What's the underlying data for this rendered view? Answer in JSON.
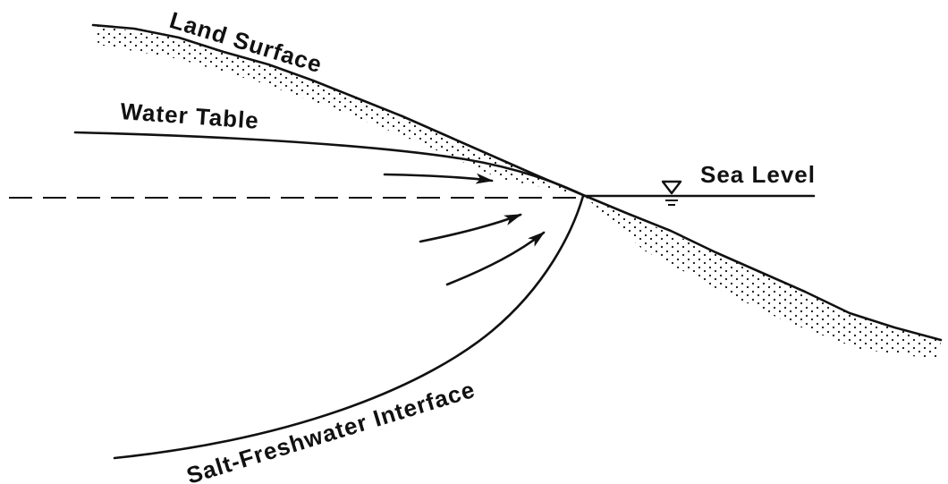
{
  "labels": {
    "land_surface": "Land Surface",
    "water_table": "Water Table",
    "sea_level": "Sea Level",
    "interface": "Salt-Freshwater Interface"
  },
  "icons": {
    "sea_level_symbol": "inverted-triangle-water-level-icon"
  },
  "colors": {
    "ink": "#111111",
    "background": "#ffffff"
  }
}
